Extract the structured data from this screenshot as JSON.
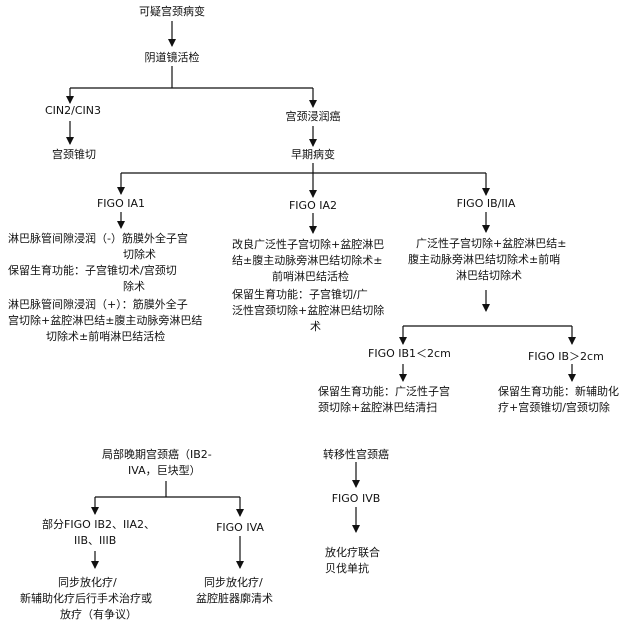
{
  "top": {
    "suspected": "可疑宫颈病变",
    "colposcopy": "阴道镜活检",
    "cin": "CIN2/CIN3",
    "conization": "宫颈锥切",
    "invasive": "宫颈浸润癌",
    "early": "早期病变"
  },
  "ia1": {
    "title": "FIGO IA1",
    "l1": "淋巴脉管间隙浸润（-）筋膜外全子宫",
    "l2": "切除术",
    "l3": "保留生育功能：子宫锥切术/宫颈切",
    "l4": "除术",
    "l5": "淋巴脉管间隙浸润（+）：筋膜外全子",
    "l6": "宫切除+盆腔淋巴结±腹主动脉旁淋巴结",
    "l7": "切除术±前哨淋巴结活检"
  },
  "ia2": {
    "title": "FIGO IA2",
    "l1": "改良广泛性子宫切除+盆腔淋巴",
    "l2": "结±腹主动脉旁淋巴结切除术±",
    "l3": "前哨淋巴结活检",
    "l4": "保留生育功能：子宫锥切/广",
    "l5": "泛性宫颈切除+盆腔淋巴结切除",
    "l6": "术"
  },
  "ib": {
    "title": "FIGO IB/IIA",
    "l1": "广泛性子宫切除+盆腔淋巴结±",
    "l2": "腹主动脉旁淋巴结切除术±前哨",
    "l3": "淋巴结切除术"
  },
  "ib1": {
    "title": "FIGO IB1＜2cm",
    "l1": "保留生育功能：广泛性子宫",
    "l2": "颈切除+盆腔淋巴结清扫"
  },
  "ibgt": {
    "title": "FIGO IB＞2cm",
    "l1": "保留生育功能：新辅助化",
    "l2": "疗+宫颈锥切/宫颈切除"
  },
  "late": {
    "title1": "局部晚期宫颈癌（IB2-",
    "title2": "IVA，巨块型）",
    "partial1": "部分FIGO IB2、IIA2、",
    "partial2": "IIB、IIIB",
    "iva": "FIGO IVA",
    "treat1": "同步放化疗/",
    "treat2": "新辅助化疗后行手术治疗或",
    "treat3": "放疗（有争议）",
    "iva_treat1": "同步放化疗/",
    "iva_treat2": "盆腔脏器廓清术"
  },
  "meta": {
    "title": "转移性宫颈癌",
    "ivb": "FIGO IVB",
    "treat1": "放化疗联合",
    "treat2": "贝伐单抗"
  }
}
